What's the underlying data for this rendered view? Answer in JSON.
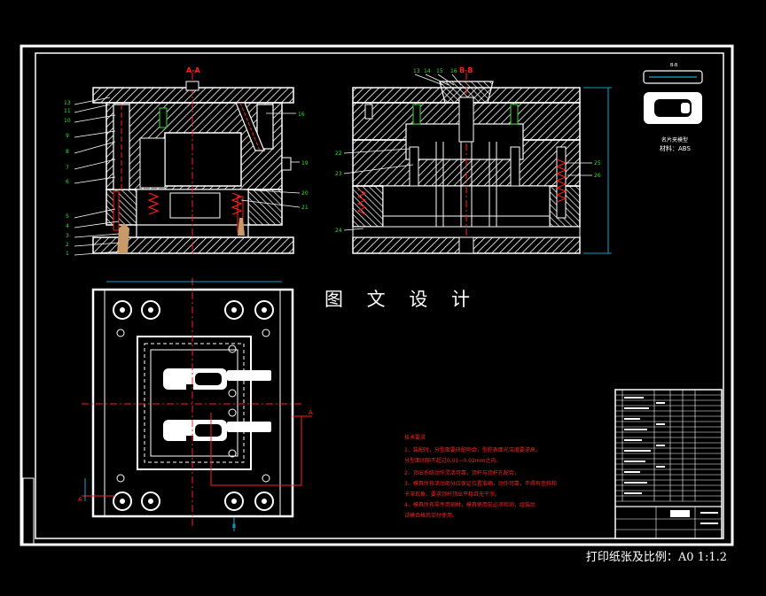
{
  "drawing": {
    "watermark": "图 文 设 计",
    "print_label": "打印纸张及比例：A0   1:1.2",
    "section_label_left": "A-A",
    "section_label_right": "B-B",
    "part_caption": "名片夹模型",
    "material": "材料：ABS",
    "part_caption_top": "B-B",
    "section_marker": "A",
    "bottom_marker": "B",
    "tech_title": "技术要求",
    "tech_notes": [
      "1、装配时，分型面要研配吻合，型腔表面光洁度要求高。",
      "  分型面间隙不超过0.01~0.02mm之内。",
      "2、顶出系统动作灵活可靠，顶杆与顶杆孔配合，",
      "3、模具所有活动部分应保证位置准确，动作可靠，不得有歪斜和",
      "  卡滞现象，要求顶杆顶出平稳且无干涉。",
      "4、模具所有零件用钢材，模具使用前必须检测，组装后",
      "  试模合格后交付使用。"
    ],
    "left_callouts": [
      "13",
      "11",
      "10",
      "9",
      "8",
      "7",
      "6",
      "5",
      "4",
      "3",
      "2",
      "1"
    ],
    "mid_callouts": [
      "16",
      "19",
      "20",
      "21"
    ],
    "right_top_callouts": [
      "13",
      "14",
      "15",
      "16"
    ],
    "right_callouts_left": [
      "22",
      "23",
      "24"
    ],
    "right_callouts_right": [
      "25",
      "26"
    ],
    "colors": {
      "line": "#ffffff",
      "red": "#ff2020",
      "green": "#30e030",
      "cyan": "#20d0ff",
      "background": "#000000"
    }
  }
}
